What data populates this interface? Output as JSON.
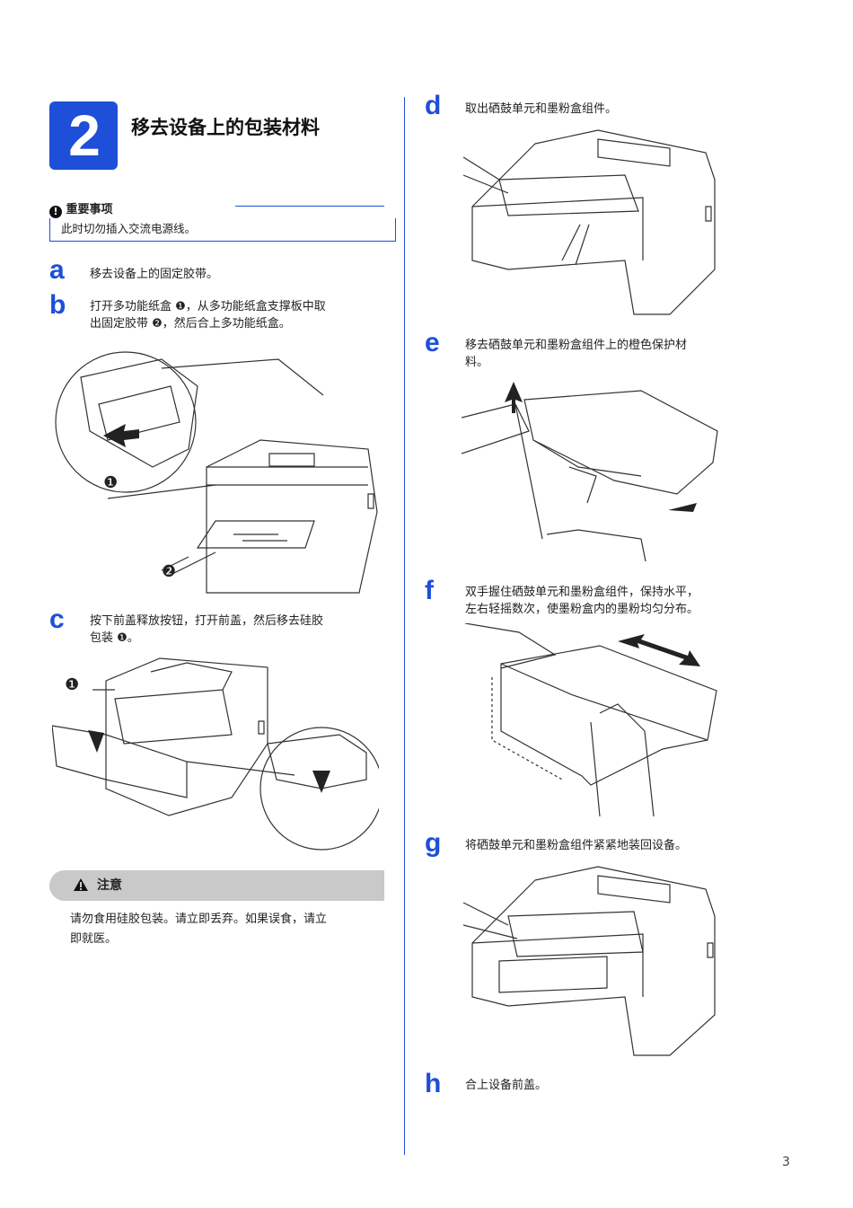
{
  "section": {
    "number": "2",
    "title": "移去设备上的包装材料"
  },
  "important": {
    "label": "重要事项",
    "text": "此时切勿插入交流电源线。"
  },
  "steps": {
    "a": {
      "letter": "a",
      "text": "移去设备上的固定胶带。"
    },
    "b": {
      "letter": "b",
      "line1": "打开多功能纸盒 ❶，从多功能纸盒支撑板中取",
      "line2": "出固定胶带 ❷，然后合上多功能纸盒。"
    },
    "c": {
      "letter": "c",
      "line1": "按下前盖释放按钮，打开前盖，然后移去硅胶",
      "line2": "包装 ❶。"
    },
    "d": {
      "letter": "d",
      "text": "取出硒鼓单元和墨粉盒组件。"
    },
    "e": {
      "letter": "e",
      "line1": "移去硒鼓单元和墨粉盒组件上的橙色保护材",
      "line2": "料。"
    },
    "f": {
      "letter": "f",
      "line1": "双手握住硒鼓单元和墨粉盒组件，保持水平，",
      "line2": "左右轻摇数次，使墨粉盒内的墨粉均匀分布。"
    },
    "g": {
      "letter": "g",
      "text": "将硒鼓单元和墨粉盒组件紧紧地装回设备。"
    },
    "h": {
      "letter": "h",
      "text": "合上设备前盖。"
    }
  },
  "callouts": {
    "one": "❶",
    "two": "❷"
  },
  "caution": {
    "label": "注意",
    "line1": "请勿食用硅胶包装。请立即丢弃。如果误食，请立",
    "line2": "即就医。"
  },
  "page_number": "3",
  "colors": {
    "accent": "#1d4fd8",
    "caution_bar": "#c9c9c9"
  }
}
